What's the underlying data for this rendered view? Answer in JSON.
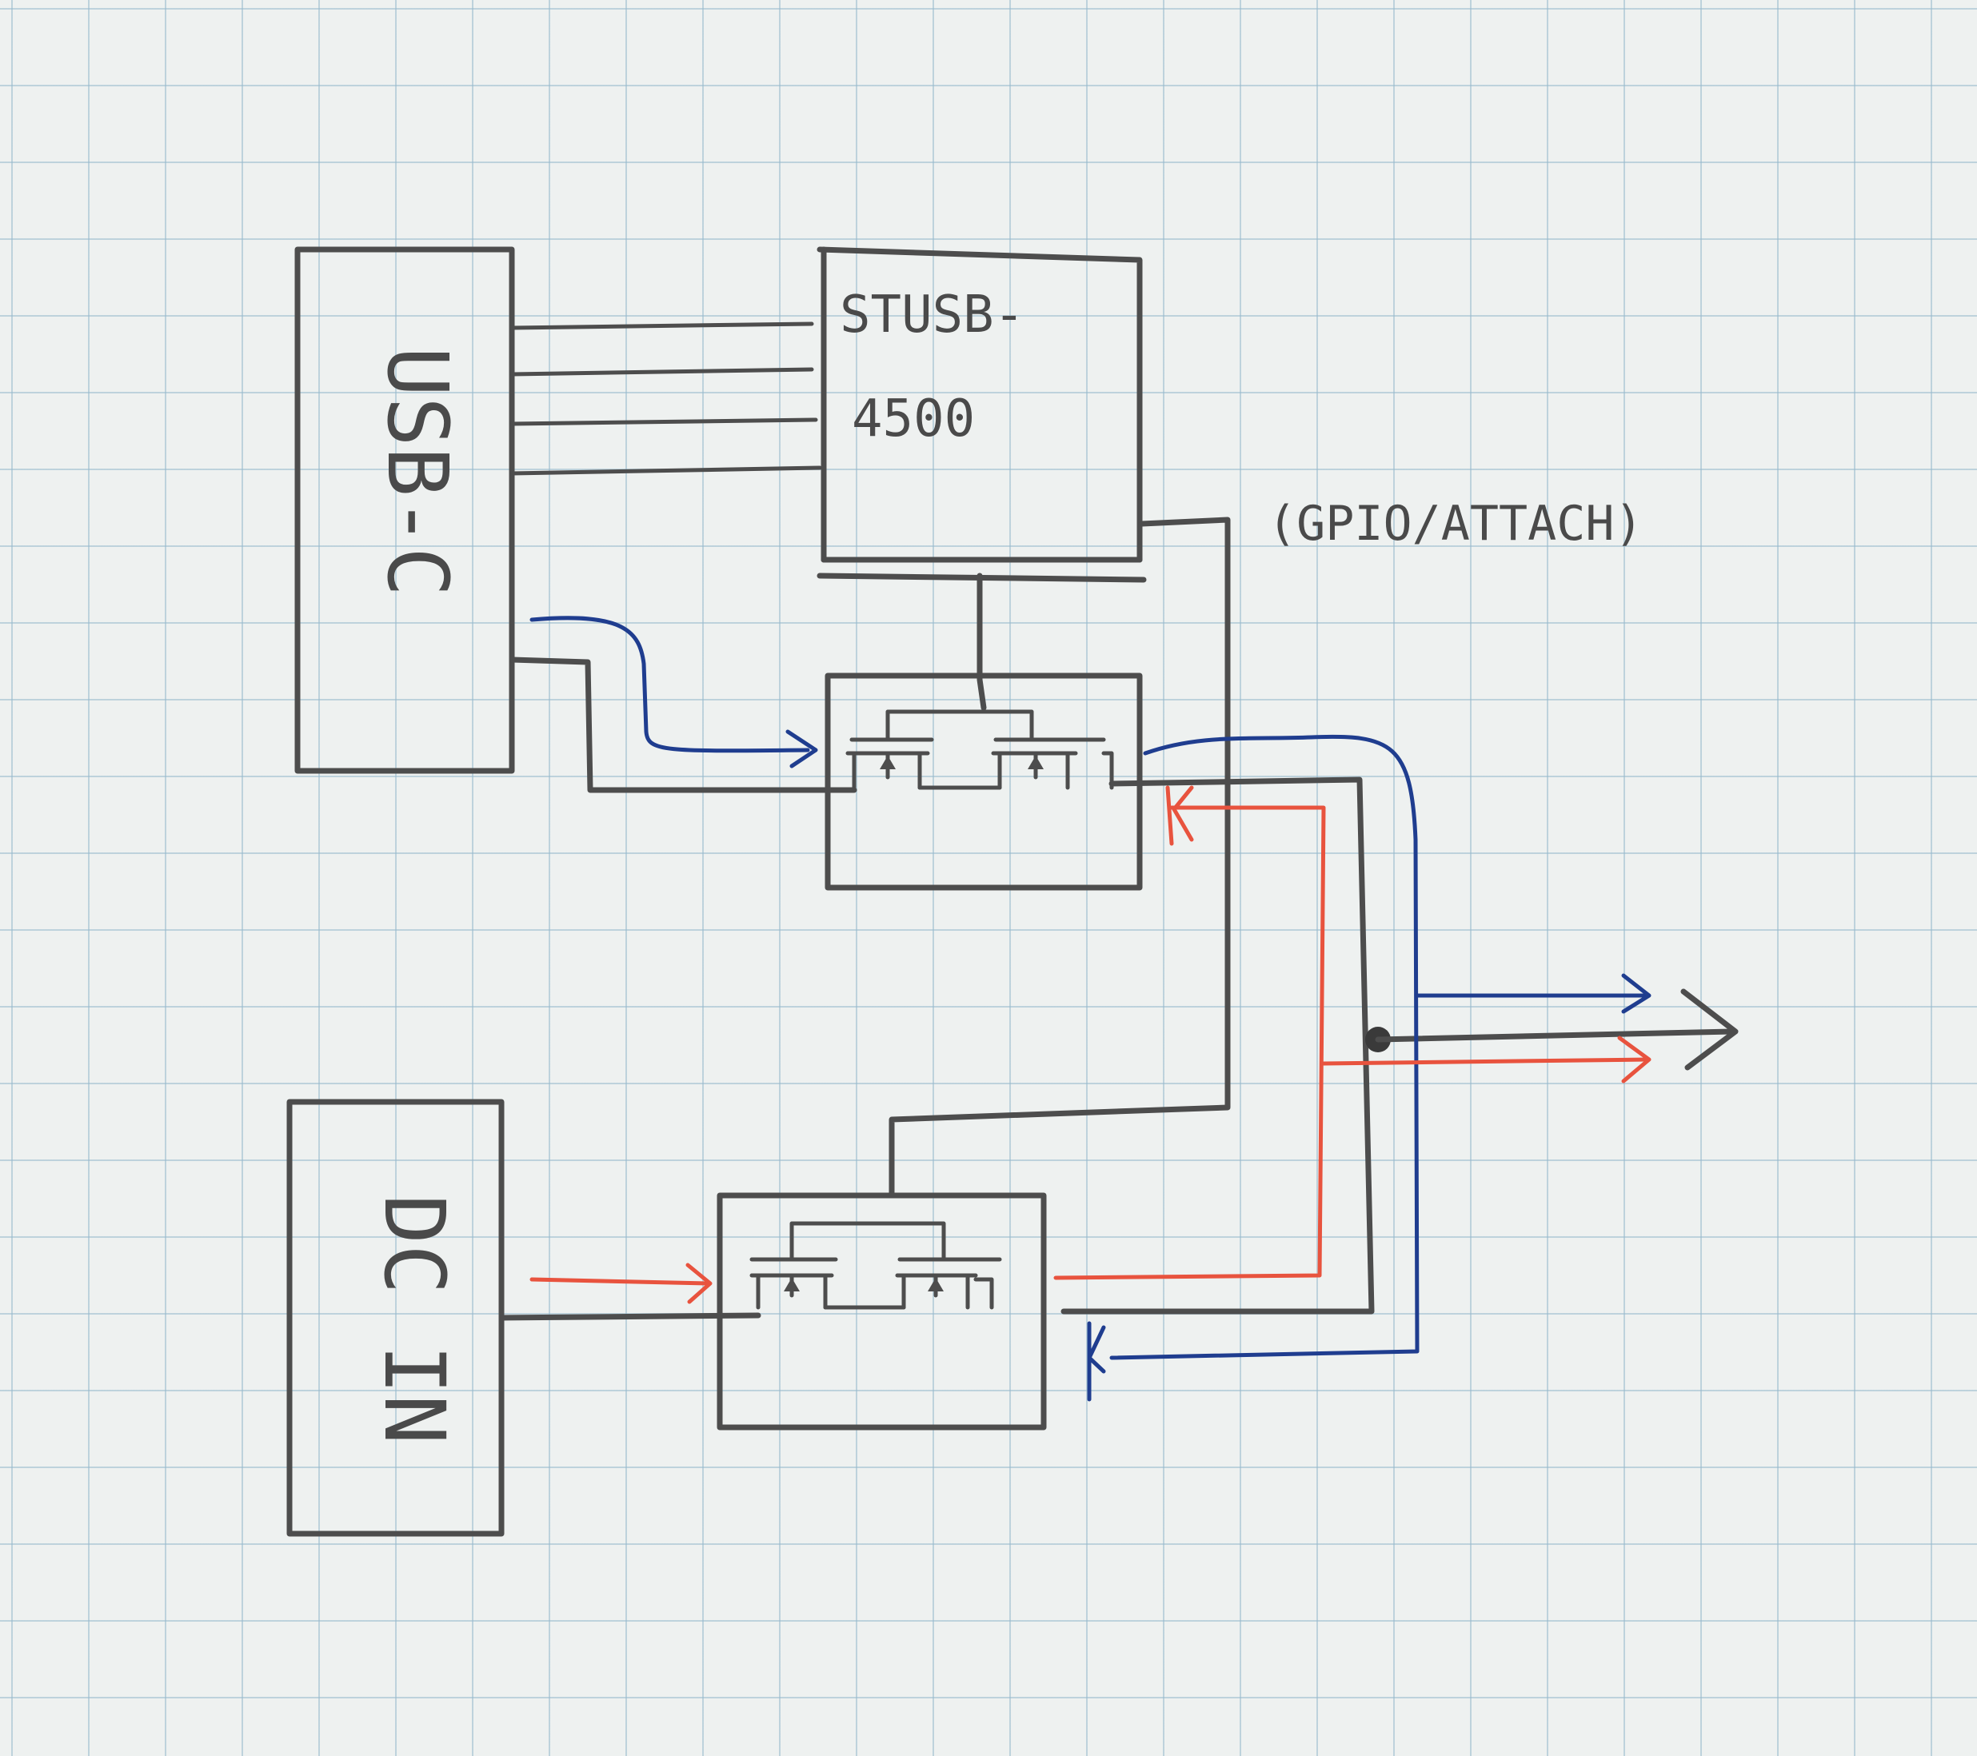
{
  "labels": {
    "usb_c": "USB-C",
    "stusb_line1": "STUSB-",
    "stusb_line2": "4500",
    "gpio_attach": "(GPIO/ATTACH)",
    "dc_in": "DC IN"
  },
  "colors": {
    "pencil": "#4d4d4d",
    "blue_ink": "#1f3d8f",
    "red_ink": "#e8533e",
    "grid": "#96b9cd",
    "paper": "#eef1f0"
  }
}
